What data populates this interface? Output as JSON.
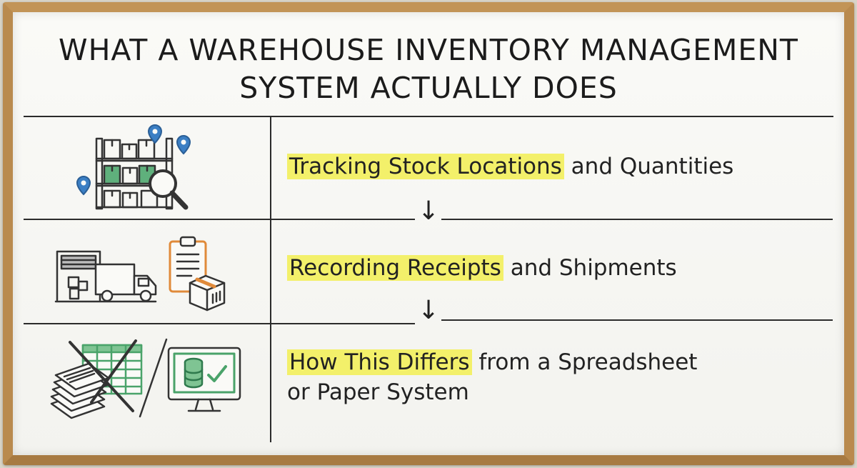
{
  "title": {
    "line1": "WHAT A WAREHOUSE INVENTORY MANAGEMENT",
    "line2": "SYSTEM ACTUALLY DOES"
  },
  "rows": [
    {
      "highlight": "Tracking Stock Locations",
      "rest": " and Quantities",
      "icon": "warehouse-shelves-location-icon"
    },
    {
      "highlight": "Recording Receipts",
      "rest": " and Shipments",
      "icon": "truck-clipboard-box-icon"
    },
    {
      "highlight": "How This Differs",
      "rest": " from a Spreadsheet",
      "line2": "or Paper System",
      "icon": "paper-spreadsheet-vs-database-icon"
    }
  ],
  "arrows": [
    "↓",
    "↓"
  ],
  "colors": {
    "highlight": "#f3f06a",
    "frame": "#b98a4e",
    "pin_blue": "#3b7fc4",
    "green": "#4aa36a",
    "orange": "#e08a3a"
  }
}
